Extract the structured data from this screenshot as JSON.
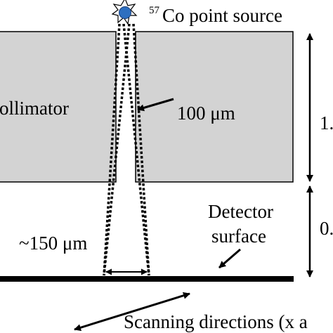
{
  "source": {
    "isotope_mass": "57",
    "label": "Co point source"
  },
  "collimator": {
    "label": "ollimator"
  },
  "slit": {
    "width_label": "100 μm"
  },
  "beam": {
    "spot_label": "~150 μm"
  },
  "detector": {
    "label_line1": "Detector",
    "label_line2": "surface"
  },
  "dimensions": {
    "upper_label": "1.",
    "lower_label": "0."
  },
  "scanning": {
    "label": "Scanning directions (x a"
  },
  "colors": {
    "collimator_fill": "#d3d3d3",
    "source_fill": "#2e6fc0",
    "ink": "#000000"
  }
}
